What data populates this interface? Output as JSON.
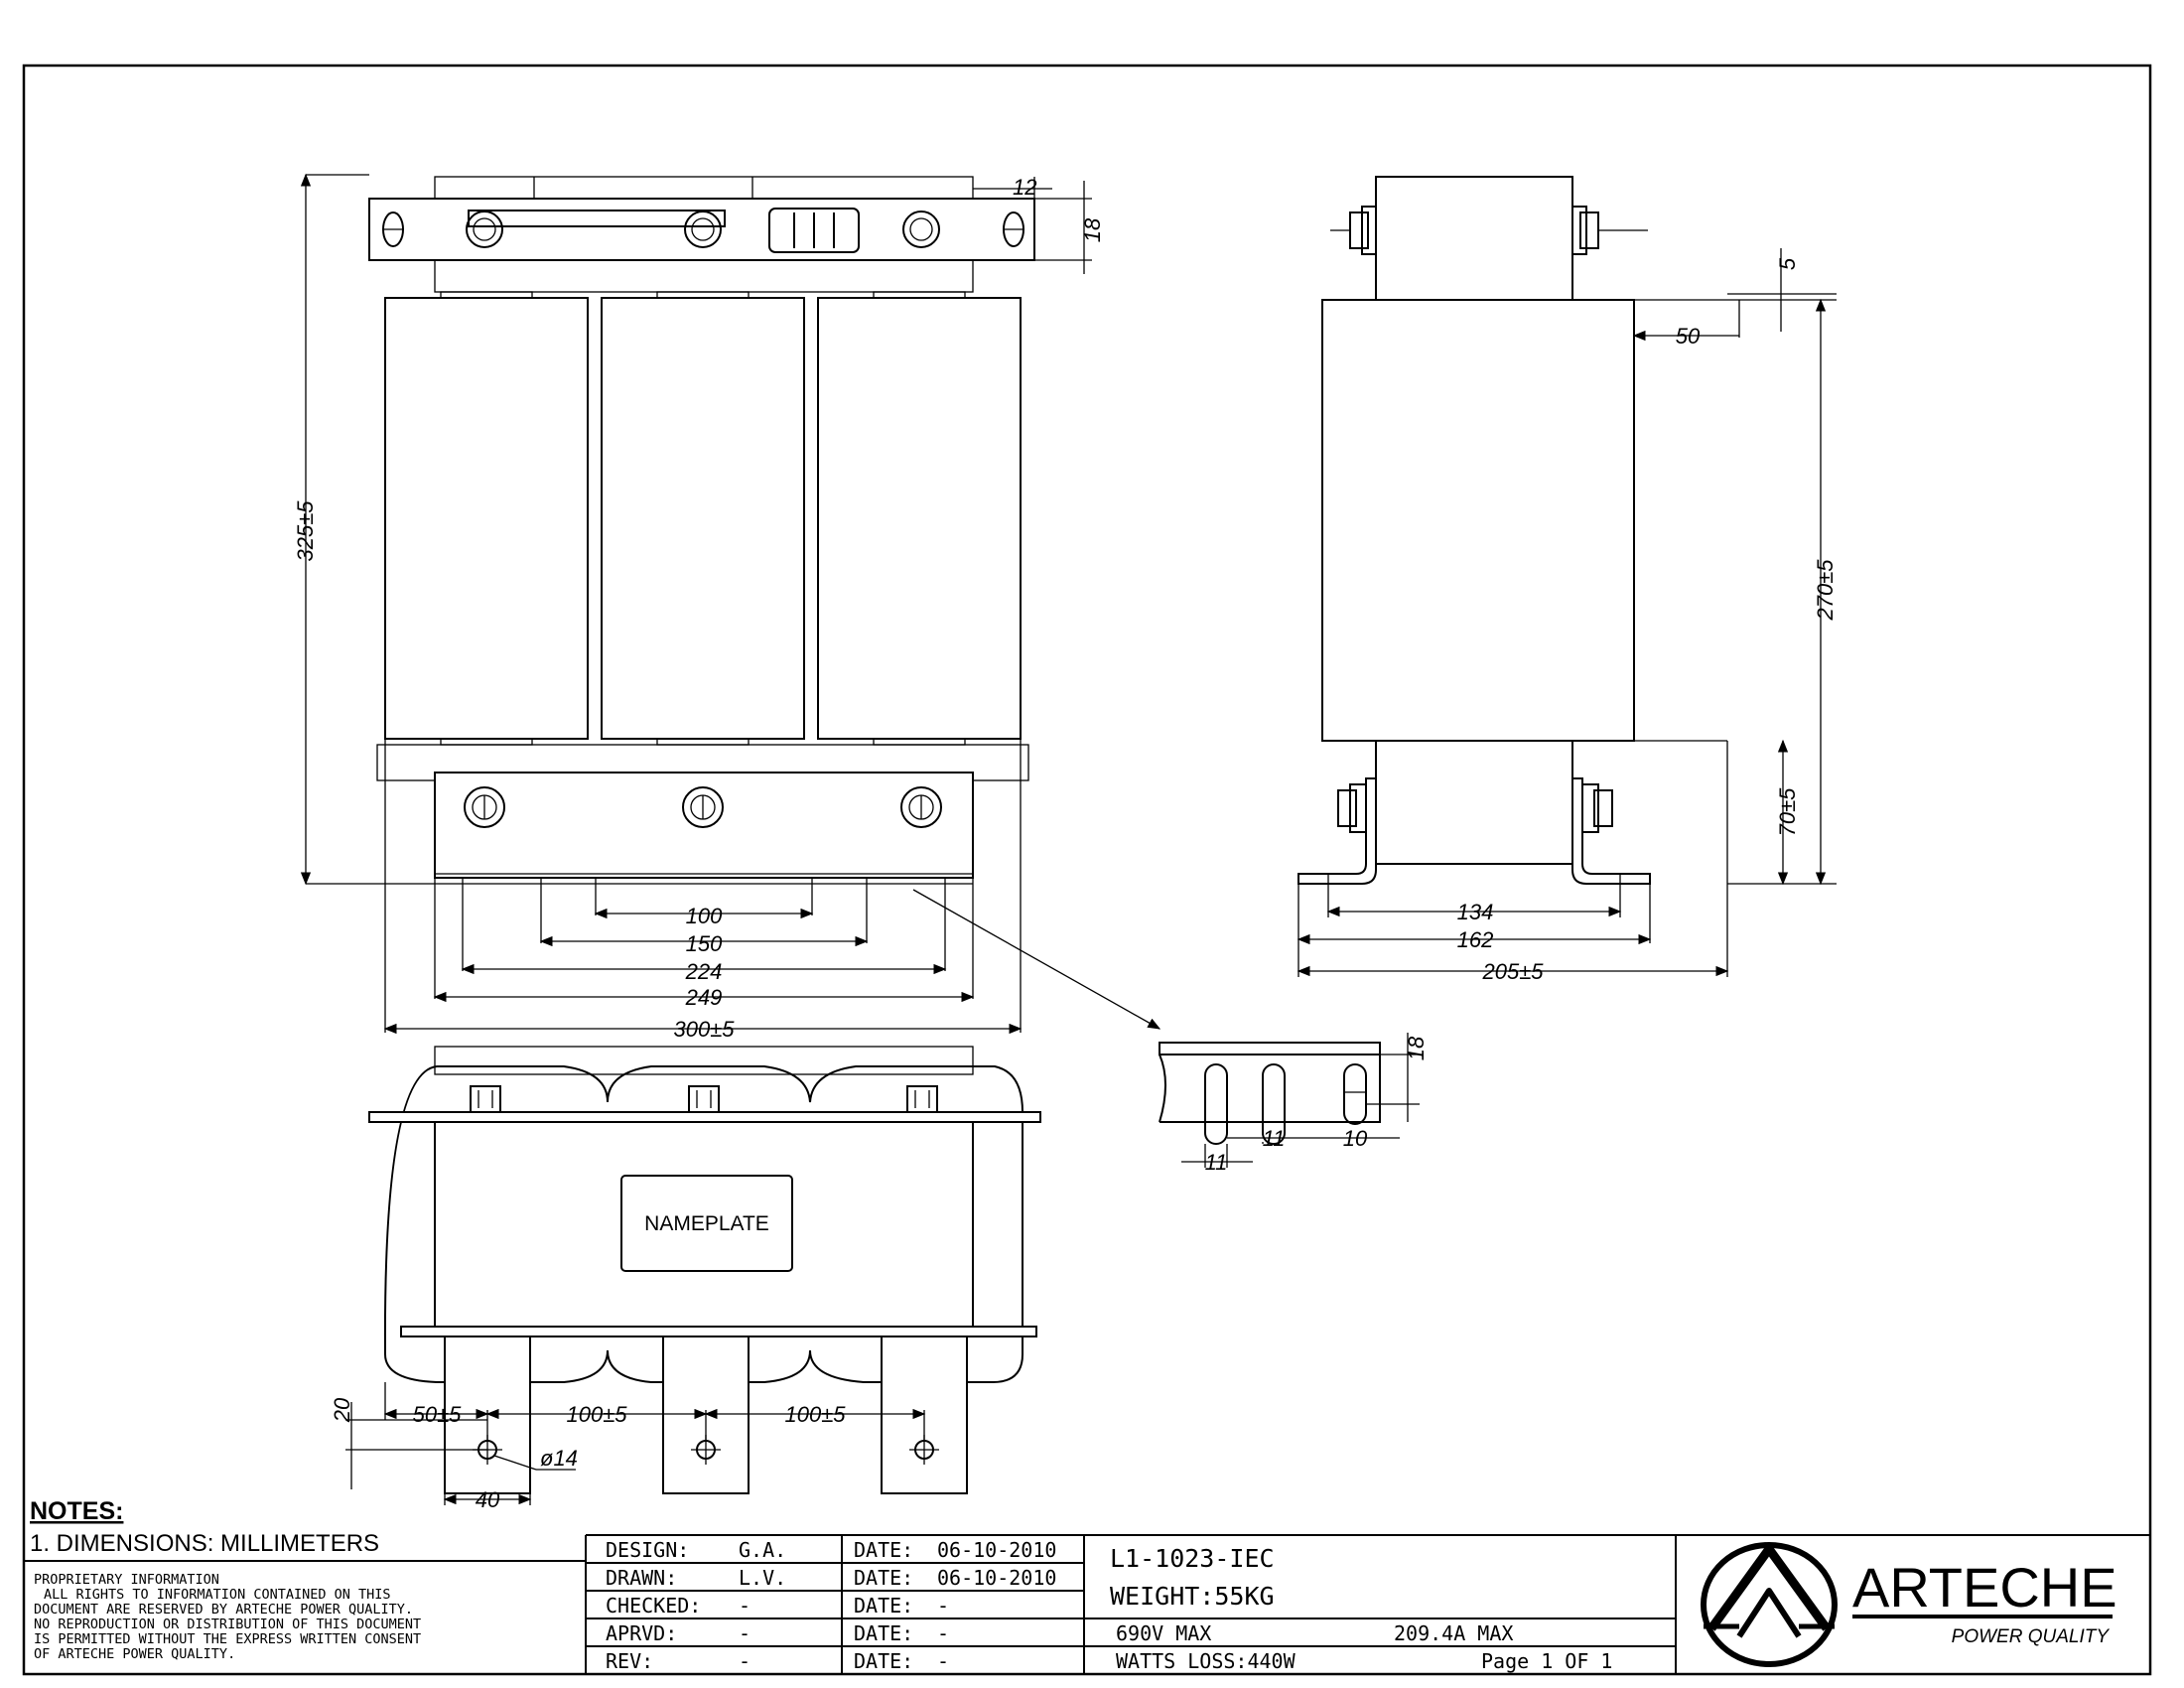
{
  "front_view": {
    "dimensions": {
      "height_total": "325±5",
      "terminal_width": "12",
      "terminal_height": "18",
      "d100": "100",
      "d150": "150",
      "d224": "224",
      "d249": "249",
      "width_total": "300±5"
    }
  },
  "side_view": {
    "dimensions": {
      "top_offset": "5",
      "offset_50": "50",
      "height_270": "270±5",
      "height_70": "70±5",
      "d134": "134",
      "d162": "162",
      "width_205": "205±5"
    }
  },
  "detail_view": {
    "dimensions": {
      "slot_height": "18",
      "slot_11a": "11",
      "slot_11b": "11",
      "slot_10": "10"
    }
  },
  "top_view": {
    "nameplate_label": "NAMEPLATE",
    "dimensions": {
      "d20": "20",
      "d50": "50±5",
      "d100a": "100±5",
      "d100b": "100±5",
      "hole": "ø14",
      "d40": "40"
    }
  },
  "notes": {
    "heading": "NOTES:",
    "item1": "1. DIMENSIONS: MILLIMETERS",
    "proprietary": [
      "PROPRIETARY INFORMATION",
      "ALL RIGHTS TO INFORMATION CONTAINED ON THIS",
      "DOCUMENT ARE RESERVED BY ARTECHE POWER QUALITY.",
      "NO REPRODUCTION OR DISTRIBUTION OF THIS DOCUMENT",
      "IS PERMITTED WITHOUT THE EXPRESS WRITTEN CONSENT",
      "OF ARTECHE POWER QUALITY."
    ]
  },
  "title_block": {
    "rows": [
      {
        "label": "DESIGN:",
        "who": "G.A.",
        "date_label": "DATE:",
        "date": "06-10-2010"
      },
      {
        "label": "DRAWN:",
        "who": "L.V.",
        "date_label": "DATE:",
        "date": "06-10-2010"
      },
      {
        "label": "CHECKED:",
        "who": "-",
        "date_label": "DATE:",
        "date": "-"
      },
      {
        "label": "APRVD:",
        "who": "-",
        "date_label": "DATE:",
        "date": "-"
      },
      {
        "label": "REV:",
        "who": "-",
        "date_label": "DATE:",
        "date": "-"
      }
    ],
    "part_number": "L1-1023-IEC",
    "weight": "WEIGHT:55KG",
    "voltage": "690V MAX",
    "current": "209.4A MAX",
    "watts_loss": "WATTS LOSS:440W",
    "page": "Page 1 OF 1"
  },
  "logo": {
    "name": "ARTECHE",
    "subtitle": "POWER QUALITY",
    "icon": "arteche-logo-icon"
  }
}
